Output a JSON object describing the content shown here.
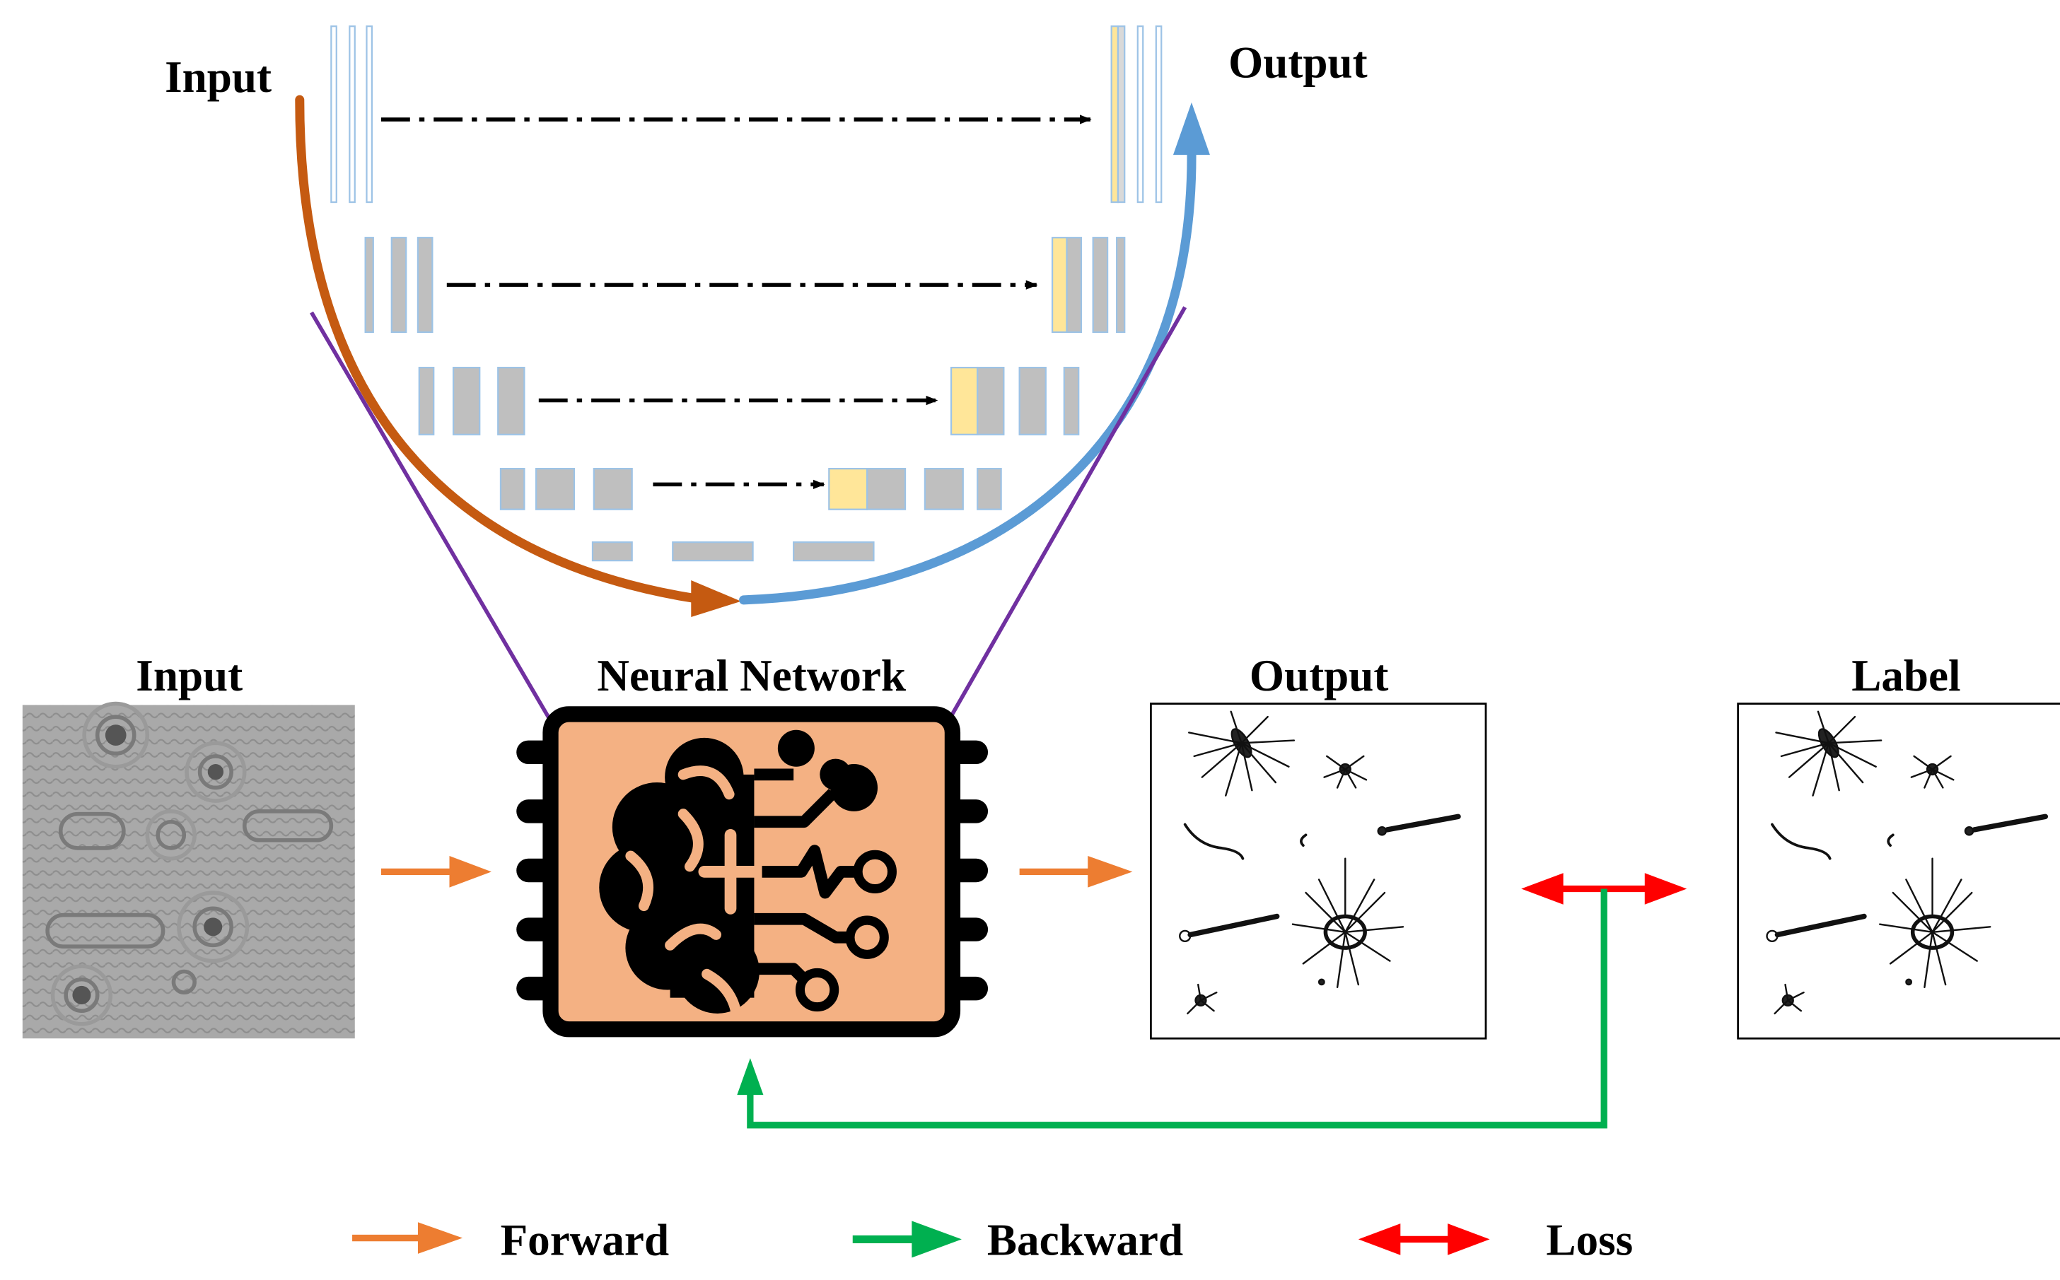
{
  "unet": {
    "input_label": "Input",
    "output_label": "Output"
  },
  "panels": {
    "input_title": "Input",
    "network_title": "Neural Network",
    "output_title": "Output",
    "label_title": "Label"
  },
  "legend": {
    "forward": "Forward",
    "backward": "Backward",
    "loss": "Loss"
  },
  "colors": {
    "encoder_path": "#c55a11",
    "decoder_path": "#5b9bd5",
    "connector": "#7030a0",
    "forward": "#ed7d31",
    "backward": "#00b050",
    "loss": "#ff0000",
    "chip_fill": "#f4b183",
    "feature_map": "#bfbfbf",
    "skip_feature": "#ffe699"
  },
  "icons": [
    "brain-circuit-icon",
    "chip-icon"
  ]
}
